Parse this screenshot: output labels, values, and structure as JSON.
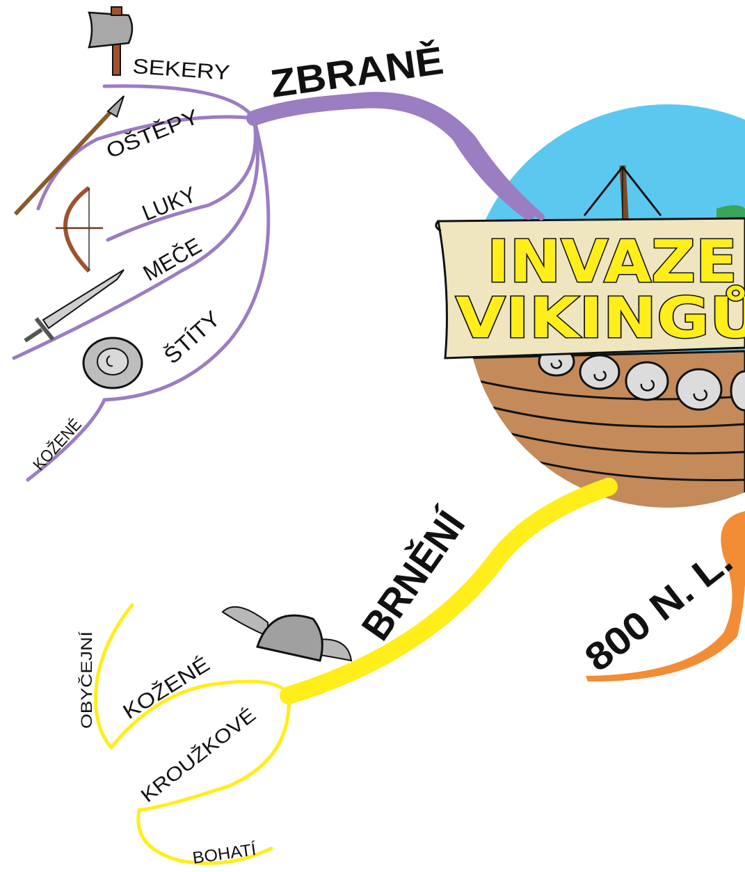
{
  "title": {
    "line1": "INVAZE",
    "line2": "VIKINGŮ"
  },
  "branches": {
    "weapons": {
      "label": "ZBRANĚ",
      "color": "#9b7dc2",
      "items": [
        "SEKERY",
        "OŠTĚPY",
        "LUKY",
        "MEČE",
        "ŠTÍTY",
        "KOŽENÉ"
      ]
    },
    "armor": {
      "label": "BRNĚNÍ",
      "color": "#ffee1a",
      "items": [
        "OBYČEJNÍ",
        "KOŽENÉ",
        "KROUŽKOVÉ",
        "BOHATÍ"
      ]
    },
    "date": {
      "label": "800 N. L.",
      "color": "#f28c35"
    }
  },
  "icons": [
    "axe-icon",
    "spear-icon",
    "bow-icon",
    "sword-icon",
    "shield-icon",
    "winged-helmet-icon",
    "viking-ship-icon"
  ],
  "colors": {
    "sky": "#5bc8f0",
    "sail": "#efe6c0",
    "hull": "#c48a5a",
    "shield": "#d9d9d9"
  }
}
